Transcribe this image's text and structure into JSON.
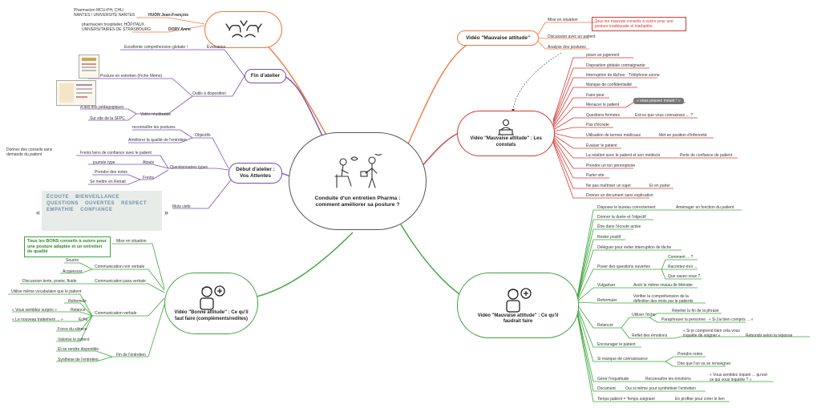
{
  "colors": {
    "orange": "#f07a3e",
    "red": "#d33a33",
    "green": "#3aa63a",
    "purple": "#7a4fb0",
    "center": "#555555"
  },
  "center": {
    "title": "Conduite d'un entretien Pharma : comment améliorer sa posture ?",
    "icon": "consultation-illustration"
  },
  "authors": {
    "author1_role": "Pharmacien MCU-PH, CHU NANTES / UNIVERSITÉ NANTES",
    "author1_name": "HUON Jean-François",
    "author2_role": "pharmacien hospitalier, HÔPITAUX UNIVERSITAIRES DE STRASBOURG",
    "author2_name": "DORY Anne",
    "icon": "people-icon"
  },
  "fin_atelier": {
    "title": "Fin d'atelier",
    "evaluation": "Évaluation",
    "excellente": "Excellente compréhension globale !",
    "outils": "Outils à disposition",
    "posture_fiche": "Posture en entretien (Fiche Mémo)",
    "video_reutilisable": "Vidéo réutilisable",
    "fins_pedago": "A des fins pédagogiques",
    "site_sfpc": "Sur site de la SFPC"
  },
  "debut_atelier": {
    "title": "Début d'atelier : Vos Attentes",
    "objectifs": "Objectifs",
    "reconnaitre": "reconnaître les postures",
    "ameliorer": "Améliorer la qualité de l'entretien",
    "questionnaires": "Questionnaires types",
    "freins_liens": "Freins liens de confiance avec le patient",
    "donner_conseils": "Donner des conseils sans demande du patient",
    "atouts": "Atouts",
    "journee_type": "journée type",
    "freins": "Freins",
    "prendre_notes": "Prendre des notes",
    "mettre_retrait": "Se mettre en Retrait",
    "mots_cles": "Mots clefs",
    "wordcloud": "ÉCOUTE BIENVEILLANCE QUESTIONS OUVERTES RESPECT EMPATHIE CONFIANCE"
  },
  "bonne_attitude": {
    "title": "Vidéo \"Bonne attitude\" : Ce qu'il faut faire (compléments/redites)",
    "icon": "person-add-icon",
    "mise_situation": "Mise en situation",
    "tous_bons": "Tous les BONS conseils à suivre pour une posture adaptée et un entretien de qualité",
    "comm_non_verbale": "Communication non verbale",
    "sourire": "Sourire",
    "acquiescer": "Acquiescer",
    "comm_para": "Communication para verbale",
    "discussion_lente": "Discussion lente, posée, fluide",
    "comm_verbale": "Communication verbale",
    "meme_vocab": "Utilise même vocabulaire que le patient",
    "reformuler": "Reformule",
    "relance": "Relance",
    "vous_semblez": "« Vous semblez surpris »",
    "echo": "Echo",
    "nouveau_traitement": "« Le nouveau traitement ... »",
    "force_silence": "Force du silence",
    "valorise": "Valorise le patient",
    "fin_entretien": "Fin de l'entretien",
    "rendre_dispo": "Et se rendre disponible",
    "synthese": "Synthèse de l'entretien"
  },
  "mauvaise_attitude": {
    "title": "Vidéo \"Mauvaise attitude\"",
    "mise_situation": "Mise en situation",
    "tous_mauvais": "Tous les mauvais conseils à suivre pour une posture inadéquate et inadaptée",
    "discussion": "Discussion avec un patient",
    "analyse": "Analyse des postures"
  },
  "constats": {
    "title": "Vidéo \"Mauvaise attitude\" : Les constats",
    "icon": "desk-person-icon",
    "items": [
      "poser un jugement",
      "Disposition globale contraignante",
      "Interruption de tâches",
      "Manque de confidentialité",
      "Faire peur",
      "Menacer le patient",
      "Questions fermées",
      "Pas d'écoute",
      "Utilisation de termes médicaux",
      "Évaluer le patient",
      "La relation avec le patient et son médecin",
      "Prendre un ton péremptoire",
      "Parler vite",
      "Ne pas maîtriser un sujet",
      "Donner un document sans explication"
    ],
    "telephone": "Téléphone sonne",
    "vous_pouvez_mourir": "« vous pouvez mourir ! »",
    "est_ce_que": "Est-ce que vous connaissez ... ?",
    "position_inferiorite": "Met en position d'infériorité",
    "perte_confiance": "Perte de confiance de patient",
    "en_parler": "Et en parler"
  },
  "faudrait": {
    "title": "Vidéo \"Mauvaise attitude\" : Ce qu'il faudrait faire",
    "icon": "person-add-icon",
    "disposer": "Disposer le bureau correctement",
    "amenager": "Aménager en fonction du patient",
    "duree": "Donner la durée et l'objectif",
    "ecoute_active": "Être dans l'écoute active",
    "positif": "Rester positif",
    "deleguer": "Déléguer pour éviter interruption de tâche",
    "questions_ouvertes": "Poser des questions ouvertes",
    "comment": "Comment ... ?",
    "racontez": "Racontez-moi ...",
    "que_savez": "Que savez-vous ?",
    "vulgariser": "Vulgariser",
    "meme_niveau": "Avoir le même niveau de littératie",
    "reformuler": "Reformuler",
    "verifier": "Vérifier la compréhension de la définition des mots par le patients",
    "relancer": "Relancer",
    "utiliser_echo": "Utiliser l'écho",
    "repeter": "Répéter la fin de la phrase",
    "paraphraser": "Paraphraser la personne",
    "si_jai_bien": "« Si j'ai bien compris ... »",
    "reflet": "Reflet des émotions",
    "si_je_comprends": "« Si je comprend bien cela vous inquiète de soigner »",
    "rebondir": "Rebondir selon la réponse",
    "encourager": "Encourager le patient",
    "si_manque": "Si manque de connaissance",
    "prendre_notes": "Prendre notes",
    "dire_renseigner": "Dire que l'on va se renseigner",
    "gerer_inquietude": "Gérer l'inquiétude",
    "reconnaitre_emotions": "Reconnaître les émotions",
    "vous_semblez_inquiet": "« Vous semblez inquiet ... qu'est-ce qui vous inquiète ? »",
    "document": "Document",
    "meme_synthese": "Oui si même pour synthétiser l'entretien",
    "temps_patient": "Temps patient = Temps soignant",
    "en_profiter": "En profiter pour créer le lien"
  }
}
